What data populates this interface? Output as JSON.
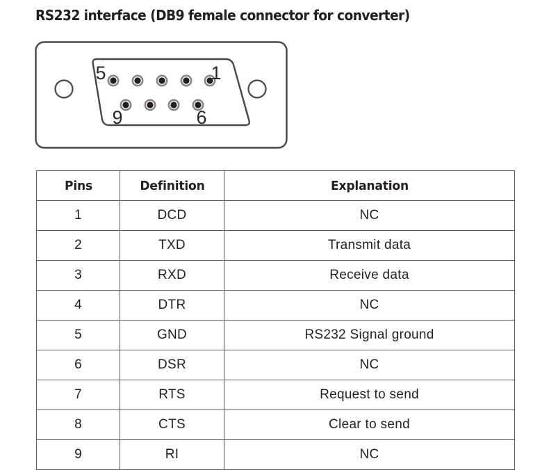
{
  "title": "RS232 interface (DB9 female connector for converter)",
  "diagram": {
    "name": "db9-female-connector",
    "labels": {
      "top_left": "5",
      "top_right": "1",
      "bottom_left": "9",
      "bottom_right": "6"
    },
    "colors": {
      "outline": "#4a4546",
      "pin_ring": "#8a8587",
      "pin_center": "#231f20",
      "background": "#ffffff"
    },
    "top_row_pin_count": 5,
    "bottom_row_pin_count": 4,
    "mounting_holes": 2
  },
  "table": {
    "headers": [
      "Pins",
      "Definition",
      "Explanation"
    ],
    "rows": [
      {
        "pin": "1",
        "definition": "DCD",
        "explanation": "NC"
      },
      {
        "pin": "2",
        "definition": "TXD",
        "explanation": "Transmit data"
      },
      {
        "pin": "3",
        "definition": "RXD",
        "explanation": "Receive data"
      },
      {
        "pin": "4",
        "definition": "DTR",
        "explanation": "NC"
      },
      {
        "pin": "5",
        "definition": "GND",
        "explanation": "RS232 Signal ground"
      },
      {
        "pin": "6",
        "definition": "DSR",
        "explanation": "NC"
      },
      {
        "pin": "7",
        "definition": "RTS",
        "explanation": "Request to send"
      },
      {
        "pin": "8",
        "definition": "CTS",
        "explanation": "Clear to send"
      },
      {
        "pin": "9",
        "definition": "RI",
        "explanation": "NC"
      }
    ],
    "border_color": "#58595b"
  }
}
